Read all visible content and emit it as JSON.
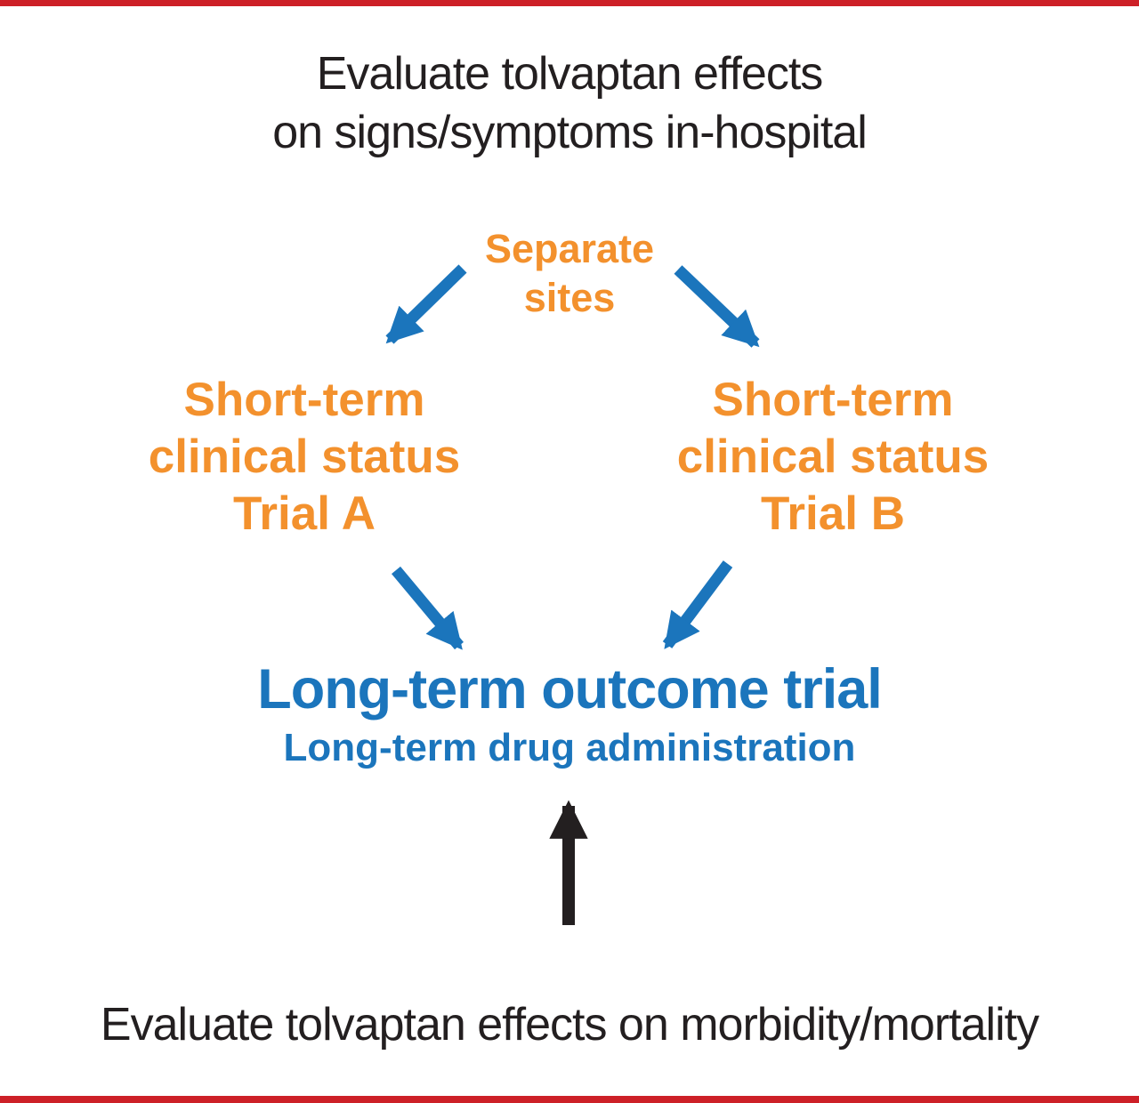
{
  "colors": {
    "accent_red": "#cd2027",
    "orange": "#f3912d",
    "blue": "#1b75bc",
    "text_black": "#231f20"
  },
  "diagram": {
    "top_caption_line1": "Evaluate tolvaptan effects",
    "top_caption_line2": "on signs/symptoms in-hospital",
    "separate_sites_line1": "Separate",
    "separate_sites_line2": "sites",
    "trial_a_line1": "Short-term",
    "trial_a_line2": "clinical status",
    "trial_a_line3": "Trial A",
    "trial_b_line1": "Short-term",
    "trial_b_line2": "clinical status",
    "trial_b_line3": "Trial B",
    "outcome_title": "Long-term outcome trial",
    "outcome_subtitle": "Long-term drug administration",
    "bottom_caption": "Evaluate tolvaptan effects on morbidity/mortality"
  },
  "icons": {
    "arrow_separate_to_trial_a": "blue diagonal arrow pointing down-left",
    "arrow_separate_to_trial_b": "blue diagonal arrow pointing down-right",
    "arrow_trial_a_to_outcome": "blue diagonal arrow pointing down-right",
    "arrow_trial_b_to_outcome": "blue diagonal arrow pointing down-left",
    "arrow_morbidity_to_outcome": "black vertical arrow pointing up"
  }
}
